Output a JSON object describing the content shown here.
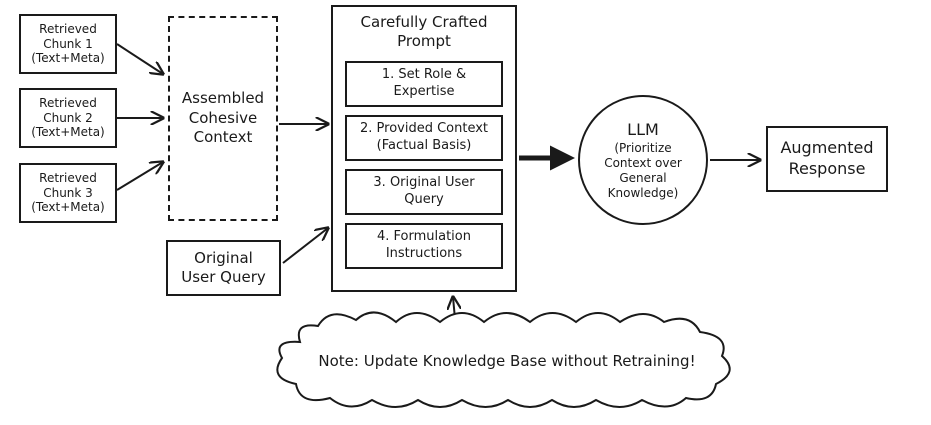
{
  "chunks": [
    {
      "line1": "Retrieved",
      "line2": "Chunk 1",
      "line3": "(Text+Meta)"
    },
    {
      "line1": "Retrieved",
      "line2": "Chunk 2",
      "line3": "(Text+Meta)"
    },
    {
      "line1": "Retrieved",
      "line2": "Chunk 3",
      "line3": "(Text+Meta)"
    }
  ],
  "assembled": {
    "line1": "Assembled",
    "line2": "Cohesive",
    "line3": "Context"
  },
  "query": {
    "line1": "Original",
    "line2": "User Query"
  },
  "prompt": {
    "title_line1": "Carefully Crafted",
    "title_line2": "Prompt",
    "steps": [
      {
        "line1": "1. Set Role &",
        "line2": "Expertise"
      },
      {
        "line1": "2. Provided Context",
        "line2": "(Factual Basis)"
      },
      {
        "line1": "3. Original User",
        "line2": "Query"
      },
      {
        "line1": "4. Formulation",
        "line2": "Instructions"
      }
    ]
  },
  "llm": {
    "title": "LLM",
    "line1": "(Prioritize",
    "line2": "Context over",
    "line3": "General",
    "line4": "Knowledge)"
  },
  "response": {
    "line1": "Augmented",
    "line2": "Response"
  },
  "note": "Note: Update Knowledge Base without Retraining!"
}
